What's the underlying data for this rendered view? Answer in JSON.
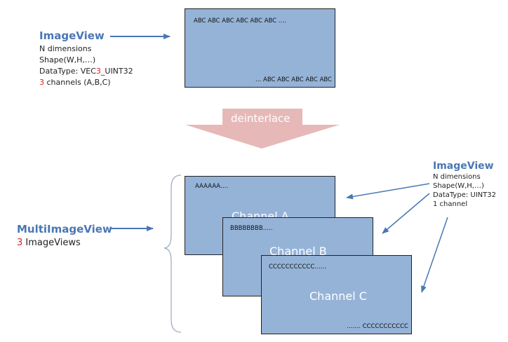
{
  "top_image_view": {
    "title": "ImageView",
    "lines": [
      "N dimensions",
      "Shape(W,H,…)"
    ],
    "datatype_prefix": "DataType:  VEC",
    "datatype_red": "3",
    "datatype_suffix": "_UINT32",
    "channels_red": "3",
    "channels_suffix": " channels (A,B,C)"
  },
  "top_box": {
    "text_top": "ABC ABC  ABC ABC ABC  ABC ….",
    "text_bottom": "… ABC ABC  ABC ABC ABC"
  },
  "deinterlace_label": "deinterlace",
  "multi_image_view": {
    "title": "MultiImageView",
    "sub_red": "3",
    "sub_suffix": " ImageViews"
  },
  "right_image_view": {
    "title": "ImageView",
    "lines": [
      "N dimensions",
      "Shape(W,H,…)",
      "DataType: UINT32",
      "1 channel"
    ]
  },
  "channels": [
    {
      "label": "Channel A",
      "text_top": "AAAAAA….",
      "text_bottom": ""
    },
    {
      "label": "Channel B",
      "text_top": "BBBBBBBB…..",
      "text_bottom": ""
    },
    {
      "label": "Channel C",
      "text_top": "CCCCCCCCCCC……",
      "text_bottom": "……. CCCCCCCCCCC"
    }
  ],
  "colors": {
    "accent_blue": "#4a77b4",
    "box_fill": "#95b3d7",
    "arrow_pink": "#e6b9b8",
    "red": "#e02020"
  }
}
